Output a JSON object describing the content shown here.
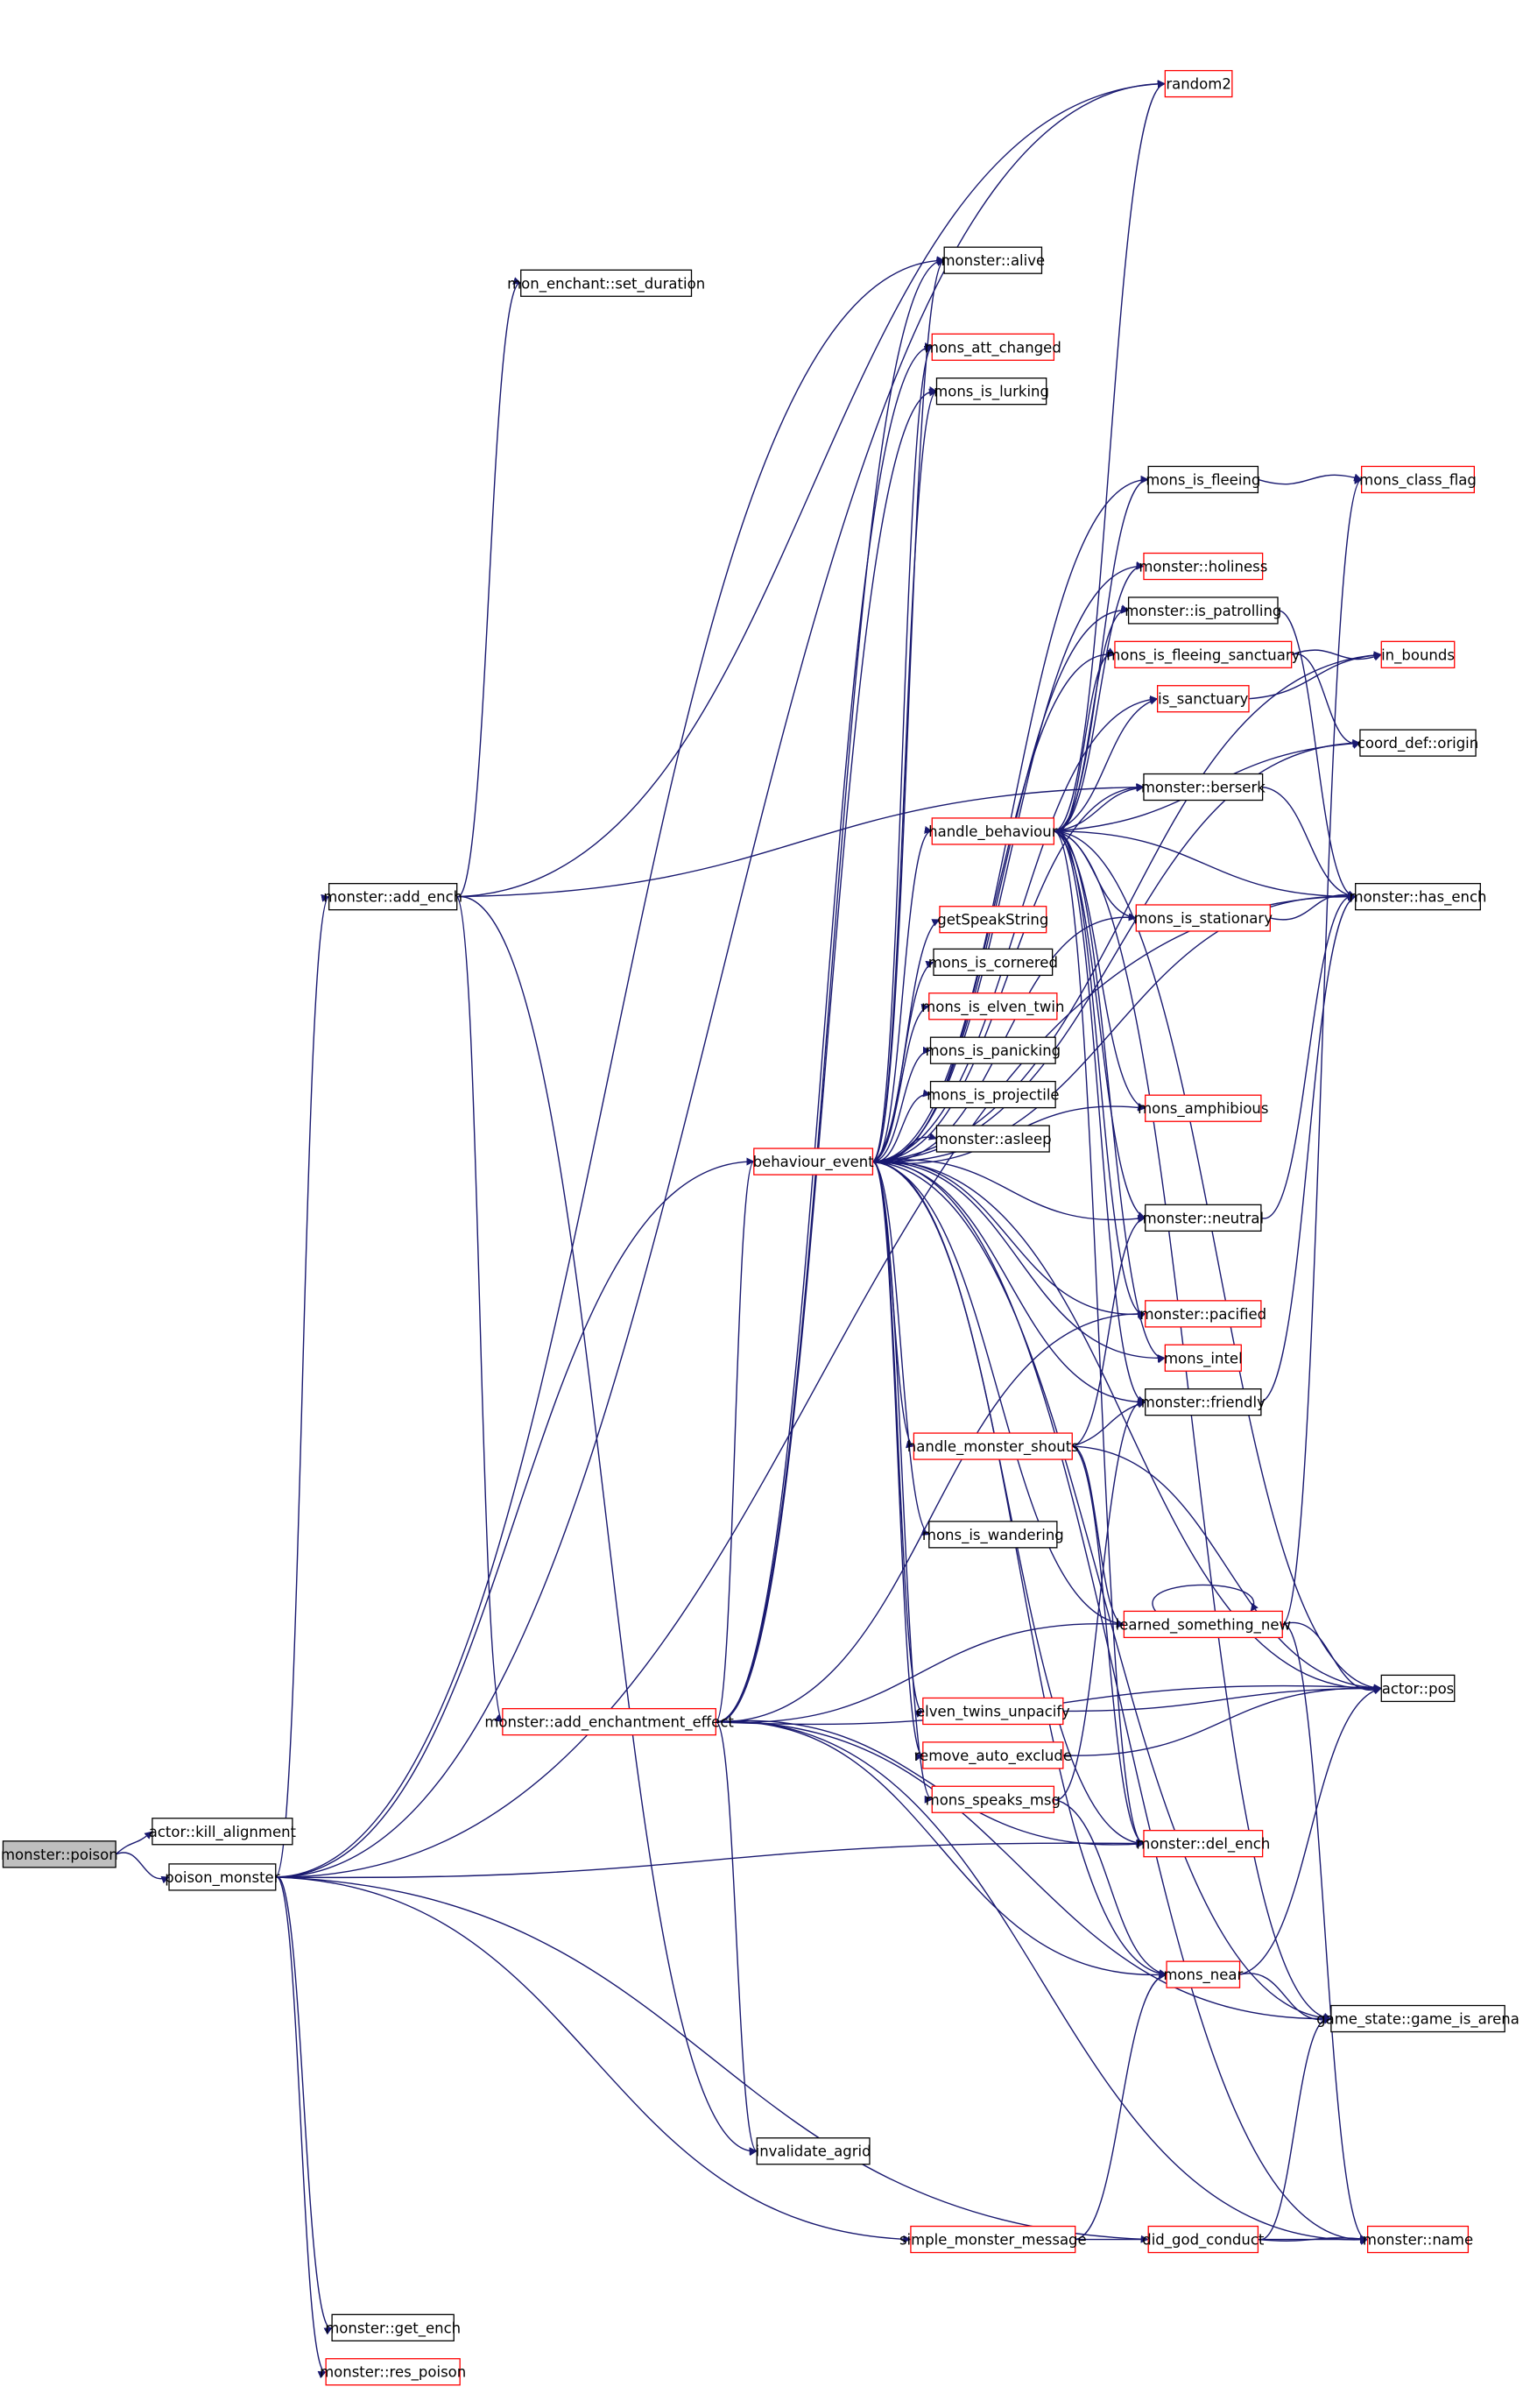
{
  "graph": {
    "root": "monster::poison",
    "nodes": [
      {
        "id": "random2",
        "label": "random2",
        "style": "red"
      },
      {
        "id": "monster_alive",
        "label": "monster::alive",
        "style": "black"
      },
      {
        "id": "mon_enchant_set_duration",
        "label": "mon_enchant::set_duration",
        "style": "black"
      },
      {
        "id": "mons_att_changed",
        "label": "mons_att_changed",
        "style": "red"
      },
      {
        "id": "mons_is_lurking",
        "label": "mons_is_lurking",
        "style": "black"
      },
      {
        "id": "mons_is_fleeing",
        "label": "mons_is_fleeing",
        "style": "black"
      },
      {
        "id": "mons_class_flag",
        "label": "mons_class_flag",
        "style": "red"
      },
      {
        "id": "monster_holiness",
        "label": "monster::holiness",
        "style": "red"
      },
      {
        "id": "monster_is_patrolling",
        "label": "monster::is_patrolling",
        "style": "black"
      },
      {
        "id": "mons_is_fleeing_sanctuary",
        "label": "mons_is_fleeing_sanctuary",
        "style": "red"
      },
      {
        "id": "in_bounds",
        "label": "in_bounds",
        "style": "red"
      },
      {
        "id": "is_sanctuary",
        "label": "is_sanctuary",
        "style": "red"
      },
      {
        "id": "coord_def_origin",
        "label": "coord_def::origin",
        "style": "black"
      },
      {
        "id": "monster_berserk",
        "label": "monster::berserk",
        "style": "black"
      },
      {
        "id": "handle_behaviour",
        "label": "handle_behaviour",
        "style": "red"
      },
      {
        "id": "monster_add_ench",
        "label": "monster::add_ench",
        "style": "black"
      },
      {
        "id": "monster_has_ench",
        "label": "monster::has_ench",
        "style": "black"
      },
      {
        "id": "mons_is_stationary",
        "label": "mons_is_stationary",
        "style": "red"
      },
      {
        "id": "getSpeakString",
        "label": "getSpeakString",
        "style": "red"
      },
      {
        "id": "mons_is_cornered",
        "label": "mons_is_cornered",
        "style": "black"
      },
      {
        "id": "mons_is_elven_twin",
        "label": "mons_is_elven_twin",
        "style": "red"
      },
      {
        "id": "mons_is_panicking",
        "label": "mons_is_panicking",
        "style": "black"
      },
      {
        "id": "mons_is_projectile",
        "label": "mons_is_projectile",
        "style": "black"
      },
      {
        "id": "mons_amphibious",
        "label": "mons_amphibious",
        "style": "red"
      },
      {
        "id": "monster_asleep",
        "label": "monster::asleep",
        "style": "black"
      },
      {
        "id": "behaviour_event",
        "label": "behaviour_event",
        "style": "red"
      },
      {
        "id": "monster_neutral",
        "label": "monster::neutral",
        "style": "black"
      },
      {
        "id": "monster_pacified",
        "label": "monster::pacified",
        "style": "red"
      },
      {
        "id": "mons_intel",
        "label": "mons_intel",
        "style": "red"
      },
      {
        "id": "monster_friendly",
        "label": "monster::friendly",
        "style": "black"
      },
      {
        "id": "handle_monster_shouts",
        "label": "handle_monster_shouts",
        "style": "red"
      },
      {
        "id": "mons_is_wandering",
        "label": "mons_is_wandering",
        "style": "black"
      },
      {
        "id": "learned_something_new",
        "label": "learned_something_new",
        "style": "red"
      },
      {
        "id": "actor_pos",
        "label": "actor::pos",
        "style": "black"
      },
      {
        "id": "elven_twins_unpacify",
        "label": "elven_twins_unpacify",
        "style": "red"
      },
      {
        "id": "monster_add_enchantment_effect",
        "label": "monster::add_enchantment_effect",
        "style": "red"
      },
      {
        "id": "remove_auto_exclude",
        "label": "remove_auto_exclude",
        "style": "red"
      },
      {
        "id": "mons_speaks_msg",
        "label": "mons_speaks_msg",
        "style": "red"
      },
      {
        "id": "monster_poison",
        "label": "monster::poison",
        "style": "root"
      },
      {
        "id": "actor_kill_alignment",
        "label": "actor::kill_alignment",
        "style": "black"
      },
      {
        "id": "monster_del_ench",
        "label": "monster::del_ench",
        "style": "red"
      },
      {
        "id": "poison_monster",
        "label": "poison_monster",
        "style": "black"
      },
      {
        "id": "mons_near",
        "label": "mons_near",
        "style": "red"
      },
      {
        "id": "game_state_game_is_arena",
        "label": "game_state::game_is_arena",
        "style": "black"
      },
      {
        "id": "invalidate_agrid",
        "label": "invalidate_agrid",
        "style": "black"
      },
      {
        "id": "simple_monster_message",
        "label": "simple_monster_message",
        "style": "red"
      },
      {
        "id": "did_god_conduct",
        "label": "did_god_conduct",
        "style": "red"
      },
      {
        "id": "monster_name",
        "label": "monster::name",
        "style": "red"
      },
      {
        "id": "monster_get_ench",
        "label": "monster::get_ench",
        "style": "black"
      },
      {
        "id": "monster_res_poison",
        "label": "monster::res_poison",
        "style": "red"
      }
    ],
    "edges": [
      [
        "monster_poison",
        "actor_kill_alignment"
      ],
      [
        "monster_poison",
        "poison_monster"
      ],
      [
        "poison_monster",
        "monster_add_ench"
      ],
      [
        "poison_monster",
        "behaviour_event"
      ],
      [
        "poison_monster",
        "monster_del_ench"
      ],
      [
        "poison_monster",
        "simple_monster_message"
      ],
      [
        "poison_monster",
        "did_god_conduct"
      ],
      [
        "poison_monster",
        "monster_get_ench"
      ],
      [
        "poison_monster",
        "monster_res_poison"
      ],
      [
        "poison_monster",
        "monster_alive"
      ],
      [
        "poison_monster",
        "random2"
      ],
      [
        "poison_monster",
        "monster_has_ench"
      ],
      [
        "monster_add_ench",
        "mon_enchant_set_duration"
      ],
      [
        "monster_add_ench",
        "monster_add_enchantment_effect"
      ],
      [
        "monster_add_ench",
        "invalidate_agrid"
      ],
      [
        "monster_add_ench",
        "random2"
      ],
      [
        "monster_add_ench",
        "monster_berserk"
      ],
      [
        "monster_add_enchantment_effect",
        "behaviour_event"
      ],
      [
        "monster_add_enchantment_effect",
        "monster_alive"
      ],
      [
        "monster_add_enchantment_effect",
        "mons_att_changed"
      ],
      [
        "monster_add_enchantment_effect",
        "mons_is_lurking"
      ],
      [
        "monster_add_enchantment_effect",
        "monster_del_ench"
      ],
      [
        "monster_add_enchantment_effect",
        "mons_near"
      ],
      [
        "monster_add_enchantment_effect",
        "game_state_game_is_arena"
      ],
      [
        "monster_add_enchantment_effect",
        "invalidate_agrid"
      ],
      [
        "monster_add_enchantment_effect",
        "monster_pacified"
      ],
      [
        "monster_add_enchantment_effect",
        "learned_something_new"
      ],
      [
        "monster_add_enchantment_effect",
        "actor_pos"
      ],
      [
        "monster_add_enchantment_effect",
        "monster_name"
      ],
      [
        "behaviour_event",
        "mons_att_changed"
      ],
      [
        "behaviour_event",
        "mons_is_lurking"
      ],
      [
        "behaviour_event",
        "mons_is_fleeing"
      ],
      [
        "behaviour_event",
        "monster_holiness"
      ],
      [
        "behaviour_event",
        "monster_is_patrolling"
      ],
      [
        "behaviour_event",
        "mons_is_fleeing_sanctuary"
      ],
      [
        "behaviour_event",
        "in_bounds"
      ],
      [
        "behaviour_event",
        "is_sanctuary"
      ],
      [
        "behaviour_event",
        "coord_def_origin"
      ],
      [
        "behaviour_event",
        "monster_berserk"
      ],
      [
        "behaviour_event",
        "handle_behaviour"
      ],
      [
        "behaviour_event",
        "monster_has_ench"
      ],
      [
        "behaviour_event",
        "mons_is_stationary"
      ],
      [
        "behaviour_event",
        "getSpeakString"
      ],
      [
        "behaviour_event",
        "mons_is_cornered"
      ],
      [
        "behaviour_event",
        "mons_is_elven_twin"
      ],
      [
        "behaviour_event",
        "mons_is_panicking"
      ],
      [
        "behaviour_event",
        "mons_is_projectile"
      ],
      [
        "behaviour_event",
        "monster_asleep"
      ],
      [
        "behaviour_event",
        "mons_amphibious"
      ],
      [
        "behaviour_event",
        "monster_neutral"
      ],
      [
        "behaviour_event",
        "monster_pacified"
      ],
      [
        "behaviour_event",
        "mons_intel"
      ],
      [
        "behaviour_event",
        "monster_friendly"
      ],
      [
        "behaviour_event",
        "handle_monster_shouts"
      ],
      [
        "behaviour_event",
        "mons_is_wandering"
      ],
      [
        "behaviour_event",
        "learned_something_new"
      ],
      [
        "behaviour_event",
        "actor_pos"
      ],
      [
        "behaviour_event",
        "elven_twins_unpacify"
      ],
      [
        "behaviour_event",
        "remove_auto_exclude"
      ],
      [
        "behaviour_event",
        "mons_speaks_msg"
      ],
      [
        "behaviour_event",
        "monster_del_ench"
      ],
      [
        "behaviour_event",
        "mons_near"
      ],
      [
        "behaviour_event",
        "game_state_game_is_arena"
      ],
      [
        "behaviour_event",
        "monster_name"
      ],
      [
        "behaviour_event",
        "monster_alive"
      ],
      [
        "handle_behaviour",
        "random2"
      ],
      [
        "handle_behaviour",
        "mons_is_fleeing"
      ],
      [
        "handle_behaviour",
        "monster_holiness"
      ],
      [
        "handle_behaviour",
        "monster_is_patrolling"
      ],
      [
        "handle_behaviour",
        "mons_is_fleeing_sanctuary"
      ],
      [
        "handle_behaviour",
        "is_sanctuary"
      ],
      [
        "handle_behaviour",
        "coord_def_origin"
      ],
      [
        "handle_behaviour",
        "monster_berserk"
      ],
      [
        "handle_behaviour",
        "monster_has_ench"
      ],
      [
        "handle_behaviour",
        "mons_is_stationary"
      ],
      [
        "handle_behaviour",
        "mons_amphibious"
      ],
      [
        "handle_behaviour",
        "monster_neutral"
      ],
      [
        "handle_behaviour",
        "monster_pacified"
      ],
      [
        "handle_behaviour",
        "mons_intel"
      ],
      [
        "handle_behaviour",
        "monster_friendly"
      ],
      [
        "handle_behaviour",
        "monster_del_ench"
      ],
      [
        "handle_behaviour",
        "actor_pos"
      ],
      [
        "handle_behaviour",
        "game_state_game_is_arena"
      ],
      [
        "mons_is_fleeing",
        "mons_class_flag"
      ],
      [
        "mons_is_fleeing_sanctuary",
        "in_bounds"
      ],
      [
        "mons_is_fleeing_sanctuary",
        "coord_def_origin"
      ],
      [
        "is_sanctuary",
        "in_bounds"
      ],
      [
        "monster_is_patrolling",
        "monster_has_ench"
      ],
      [
        "monster_berserk",
        "monster_has_ench"
      ],
      [
        "mons_is_stationary",
        "monster_has_ench"
      ],
      [
        "monster_neutral",
        "monster_has_ench"
      ],
      [
        "monster_friendly",
        "monster_has_ench"
      ],
      [
        "handle_monster_shouts",
        "monster_friendly"
      ],
      [
        "handle_monster_shouts",
        "monster_neutral"
      ],
      [
        "handle_monster_shouts",
        "learned_something_new"
      ],
      [
        "handle_monster_shouts",
        "actor_pos"
      ],
      [
        "handle_monster_shouts",
        "monster_del_ench"
      ],
      [
        "learned_something_new",
        "learned_something_new"
      ],
      [
        "learned_something_new",
        "actor_pos"
      ],
      [
        "learned_something_new",
        "monster_name"
      ],
      [
        "learned_something_new",
        "mons_class_flag"
      ],
      [
        "elven_twins_unpacify",
        "actor_pos"
      ],
      [
        "remove_auto_exclude",
        "actor_pos"
      ],
      [
        "mons_speaks_msg",
        "mons_near"
      ],
      [
        "mons_speaks_msg",
        "monster_friendly"
      ],
      [
        "mons_near",
        "actor_pos"
      ],
      [
        "mons_near",
        "game_state_game_is_arena"
      ],
      [
        "simple_monster_message",
        "mons_near"
      ],
      [
        "simple_monster_message",
        "monster_name"
      ],
      [
        "did_god_conduct",
        "monster_name"
      ],
      [
        "did_god_conduct",
        "game_state_game_is_arena"
      ]
    ]
  },
  "colors": {
    "edge": "#191970",
    "node_border": "#000000",
    "node_border_link": "#ff0000",
    "root_fill": "#bfbfbf",
    "text": "#000000",
    "background": "#ffffff"
  }
}
